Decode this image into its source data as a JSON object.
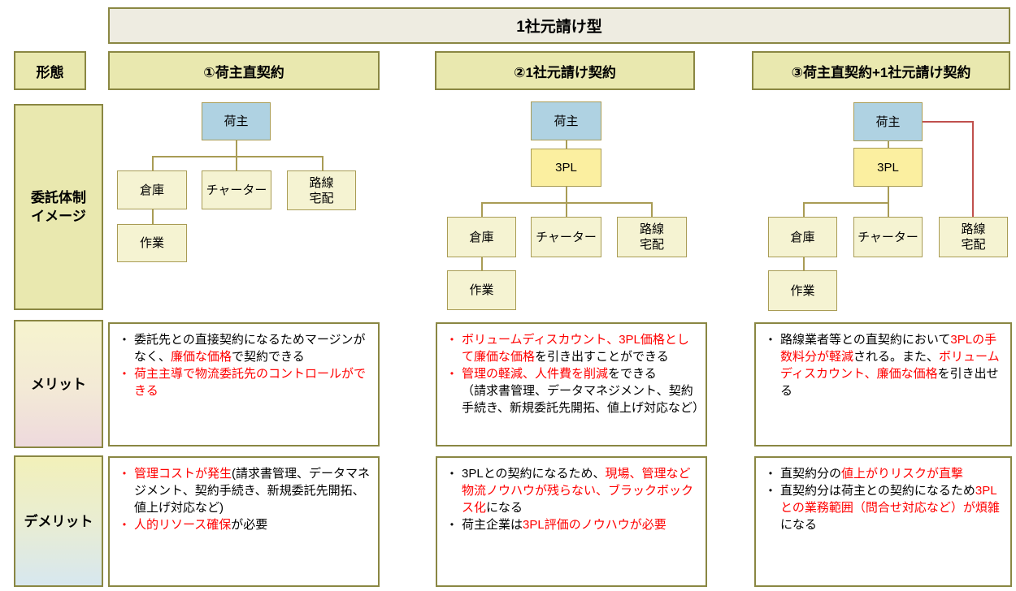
{
  "banner": {
    "title": "1社元請け型"
  },
  "row_labels": {
    "form": "形態",
    "structure": "委託体制\nイメージ",
    "merit": "メリット",
    "demerit": "デメリット"
  },
  "colors": {
    "structure_border": "#8A8743",
    "node_border": "#A99C55",
    "shipper_fill": "#AFD2E2",
    "threepl_fill": "#FBEFA0",
    "node_fill": "#F5F3D2",
    "header_fill": "#E9E8AF",
    "banner_fill": "#EEECE1",
    "red_text": "#FF0000",
    "red_connector": "#C0504D"
  },
  "columns": [
    {
      "header": "①荷主直契約",
      "nodes": {
        "shipper": "荷主",
        "warehouse": "倉庫",
        "charter": "チャーター",
        "route": "路線\n宅配",
        "work": "作業"
      },
      "merits": [
        {
          "bullet": "black",
          "segments": [
            {
              "t": "委託先との直接契約になるためマージンがなく、",
              "c": "black"
            },
            {
              "t": "廉価な価格",
              "c": "red"
            },
            {
              "t": "で契約できる",
              "c": "black"
            }
          ]
        },
        {
          "bullet": "red",
          "segments": [
            {
              "t": "荷主主導で物流委託先のコントロールができる",
              "c": "red"
            }
          ]
        }
      ],
      "demerits": [
        {
          "bullet": "red",
          "segments": [
            {
              "t": "管理コストが発生",
              "c": "red"
            },
            {
              "t": "(請求書管理、データマネジメント、契約手続き、新規委託先開拓、値上げ対応など)",
              "c": "black"
            }
          ]
        },
        {
          "bullet": "red",
          "segments": [
            {
              "t": "人的リソース確保",
              "c": "red"
            },
            {
              "t": "が必要",
              "c": "black"
            }
          ]
        }
      ]
    },
    {
      "header": "②1社元請け契約",
      "nodes": {
        "shipper": "荷主",
        "threepl": "3PL",
        "warehouse": "倉庫",
        "charter": "チャーター",
        "route": "路線\n宅配",
        "work": "作業"
      },
      "merits": [
        {
          "bullet": "red",
          "segments": [
            {
              "t": "ボリュームディスカウント、3PL価格として廉価な価格",
              "c": "red"
            },
            {
              "t": "を引き出すことができる",
              "c": "black"
            }
          ]
        },
        {
          "bullet": "red",
          "segments": [
            {
              "t": "管理の軽減、人件費を削減",
              "c": "red"
            },
            {
              "t": "をできる\n（請求書管理、データマネジメント、契約手続き、新規委託先開拓、値上げ対応など）",
              "c": "black"
            }
          ]
        }
      ],
      "demerits": [
        {
          "bullet": "black",
          "segments": [
            {
              "t": "3PLとの契約になるため、",
              "c": "black"
            },
            {
              "t": "現場、管理など物流ノウハウが残らない、ブラックボックス化",
              "c": "red"
            },
            {
              "t": "になる",
              "c": "black"
            }
          ]
        },
        {
          "bullet": "black",
          "segments": [
            {
              "t": "荷主企業は",
              "c": "black"
            },
            {
              "t": "3PL評価のノウハウが必要",
              "c": "red"
            }
          ]
        }
      ]
    },
    {
      "header": "③荷主直契約+1社元請け契約",
      "nodes": {
        "shipper": "荷主",
        "threepl": "3PL",
        "warehouse": "倉庫",
        "charter": "チャーター",
        "route": "路線\n宅配",
        "work": "作業"
      },
      "merits": [
        {
          "bullet": "black",
          "segments": [
            {
              "t": "路線業者等との直契約において",
              "c": "black"
            },
            {
              "t": "3PLの手数料分が軽減",
              "c": "red"
            },
            {
              "t": "される。また、",
              "c": "black"
            },
            {
              "t": "ボリュームディスカウント、廉価な価格",
              "c": "red"
            },
            {
              "t": "を引き出せる",
              "c": "black"
            }
          ]
        }
      ],
      "demerits": [
        {
          "bullet": "black",
          "segments": [
            {
              "t": "直契約分の",
              "c": "black"
            },
            {
              "t": "値上がりリスクが直撃",
              "c": "red"
            }
          ]
        },
        {
          "bullet": "black",
          "segments": [
            {
              "t": "直契約分は荷主との契約になるため",
              "c": "black"
            },
            {
              "t": "3PLとの業務範囲（問合せ対応など）が煩雑",
              "c": "red"
            },
            {
              "t": "になる",
              "c": "black"
            }
          ]
        }
      ]
    }
  ]
}
